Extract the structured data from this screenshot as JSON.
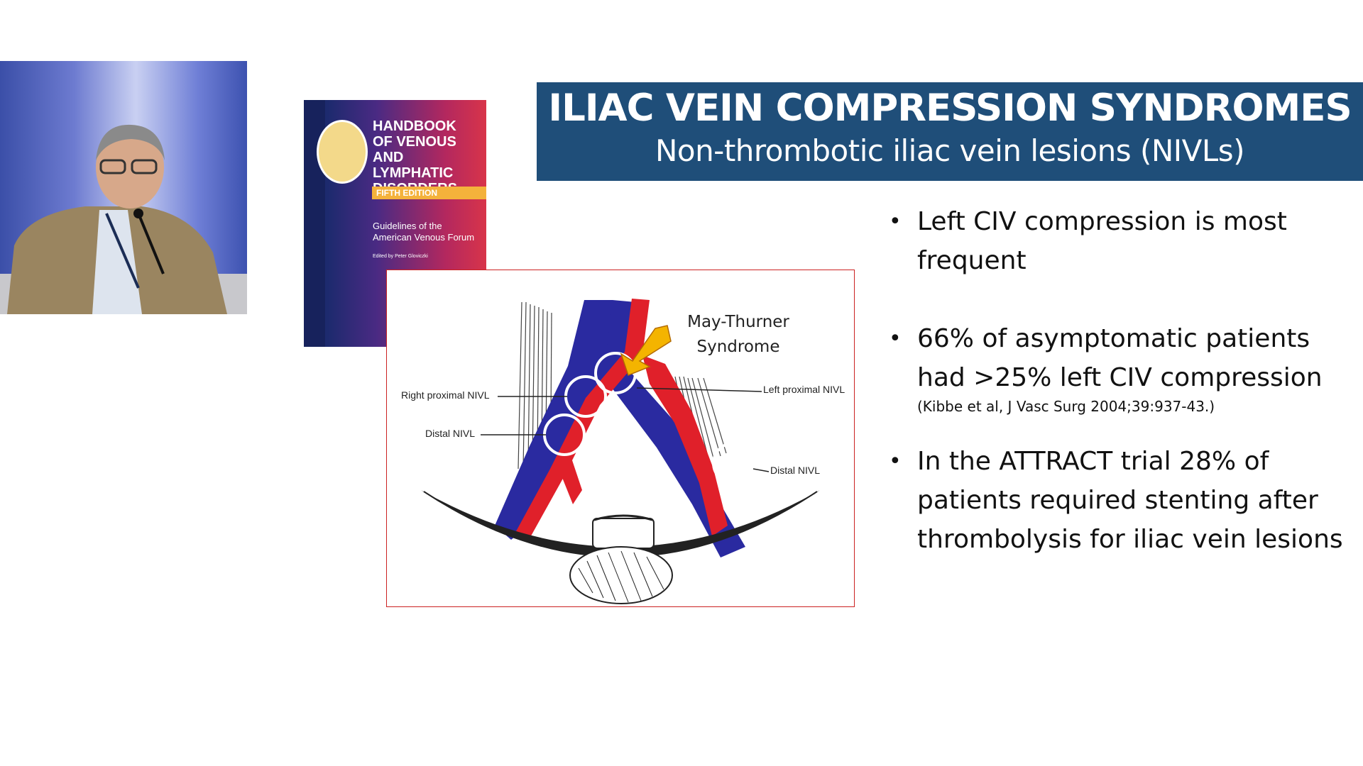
{
  "slide": {
    "title": "ILIAC VEIN COMPRESSION SYNDROMES",
    "subtitle": "Non-thrombotic iliac vein lesions (NIVLs)",
    "colors": {
      "banner": "#1f4e79",
      "vein": "#2a2aa0",
      "artery": "#e0202a",
      "diagram_border": "#cc2222",
      "arrow": "#f4b400"
    }
  },
  "book": {
    "title": "HANDBOOK OF VENOUS AND LYMPHATIC DISORDERS",
    "edition": "FIFTH EDITION",
    "subtitle": "Guidelines of the American Venous Forum",
    "editor": "Edited by Peter Gloviczki"
  },
  "diagram": {
    "callout": "May-Thurner Syndrome",
    "labels": {
      "right_proximal": "Right proximal NIVL",
      "left_proximal": "Left proximal NIVL",
      "distal_left_side": "Distal NIVL",
      "distal_right_side": "Distal NIVL"
    }
  },
  "bullets": [
    {
      "text": "Left CIV compression is most frequent"
    },
    {
      "text": "66% of asymptomatic patients had  >25% left CIV compression",
      "reference": "(Kibbe et al, J Vasc Surg 2004;39:937-43.)"
    },
    {
      "text": "In the ATTRACT trial 28% of patients required stenting after thrombolysis for iliac vein lesions"
    }
  ]
}
